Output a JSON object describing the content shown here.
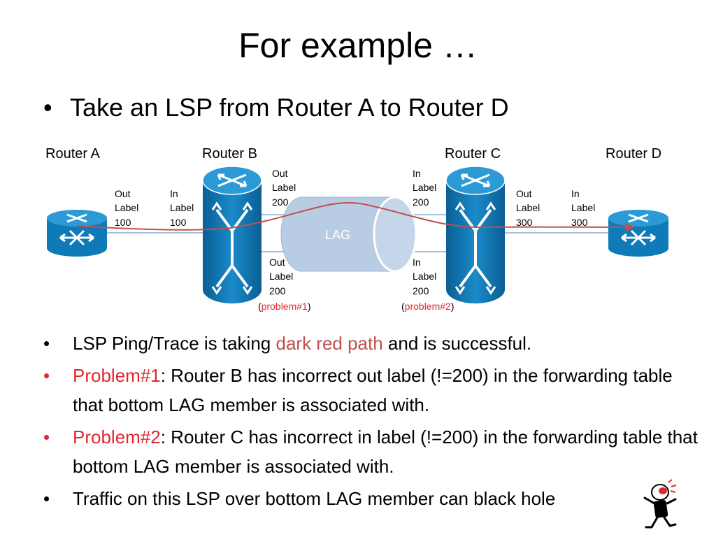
{
  "title": "For example …",
  "top_bullet": "Take an LSP from Router A to Router D",
  "routers": {
    "a": "Router A",
    "b": "Router B",
    "c": "Router C",
    "d": "Router D"
  },
  "link_labels": {
    "ab_out": [
      "Out",
      "Label",
      "100"
    ],
    "ab_in": [
      "In",
      "Label",
      "100"
    ],
    "b_top_out": [
      "Out",
      "Label",
      "200"
    ],
    "c_top_in": [
      "In",
      "Label",
      "200"
    ],
    "b_bottom_out": [
      "Out",
      "Label",
      "200"
    ],
    "c_bottom_in": [
      "In",
      "Label",
      "200"
    ],
    "cd_out": [
      "Out",
      "Label",
      "300"
    ],
    "cd_in": [
      "In",
      "Label",
      "300"
    ]
  },
  "lag_label": "LAG",
  "problem_tags": {
    "p1": {
      "open": "(",
      "text": "problem#1",
      "close": ")"
    },
    "p2": {
      "open": "(",
      "text": "problem#2",
      "close": ")"
    }
  },
  "bullets": [
    {
      "pre": "LSP Ping/Trace is taking ",
      "highlight": "dark red path",
      "post": " and is successful."
    },
    {
      "highlight": "Problem#1",
      "post": ": Router B has incorrect out label (!=200) in the forwarding table that bottom LAG member is associated with."
    },
    {
      "highlight": "Problem#2",
      "post": ": Router C has incorrect in label (!=200) in the forwarding table that bottom LAG member is associated with."
    },
    {
      "pre": "Traffic on this LSP over bottom LAG member can black hole"
    }
  ],
  "bullet_glyph": "•",
  "colors": {
    "router_fill": "#0e7bb8",
    "router_top": "#2b9ad6",
    "lag_fill": "#b8cce4",
    "path": "#c0504d",
    "problem_red": "#e0282e"
  },
  "icons": [
    "router-icon",
    "multilayer-switch-icon",
    "lag-cylinder",
    "warning-mascot-icon"
  ]
}
